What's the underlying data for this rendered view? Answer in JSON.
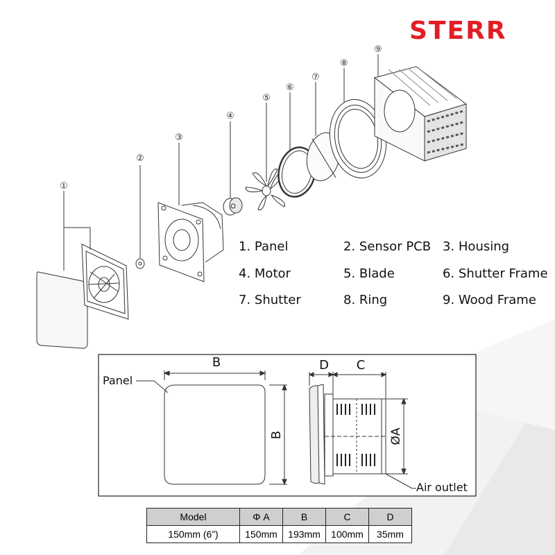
{
  "brand": "STERR",
  "callout_numbers": [
    "①",
    "②",
    "③",
    "④",
    "⑤",
    "⑥",
    "⑦",
    "⑧",
    "⑨"
  ],
  "parts": [
    "1. Panel",
    "2. Sensor PCB",
    "3. Housing",
    "4. Motor",
    "5. Blade",
    "6. Shutter Frame",
    "7. Shutter",
    "8. Ring",
    "9. Wood Frame"
  ],
  "dimension_drawing": {
    "panel_label": "Panel",
    "air_outlet_label": "Air outlet",
    "dim_b_width": "B",
    "dim_b_height": "B",
    "dim_d": "D",
    "dim_c": "C",
    "dim_a": "ØA"
  },
  "specs_table": {
    "headers": [
      "Model",
      "Φ A",
      "B",
      "C",
      "D"
    ],
    "rows": [
      [
        "150mm (6”)",
        "150mm",
        "193mm",
        "100mm",
        "35mm"
      ]
    ]
  },
  "colors": {
    "brand_red": "#e31e24",
    "table_header_bg": "#cfcfcf",
    "line": "#222222"
  }
}
